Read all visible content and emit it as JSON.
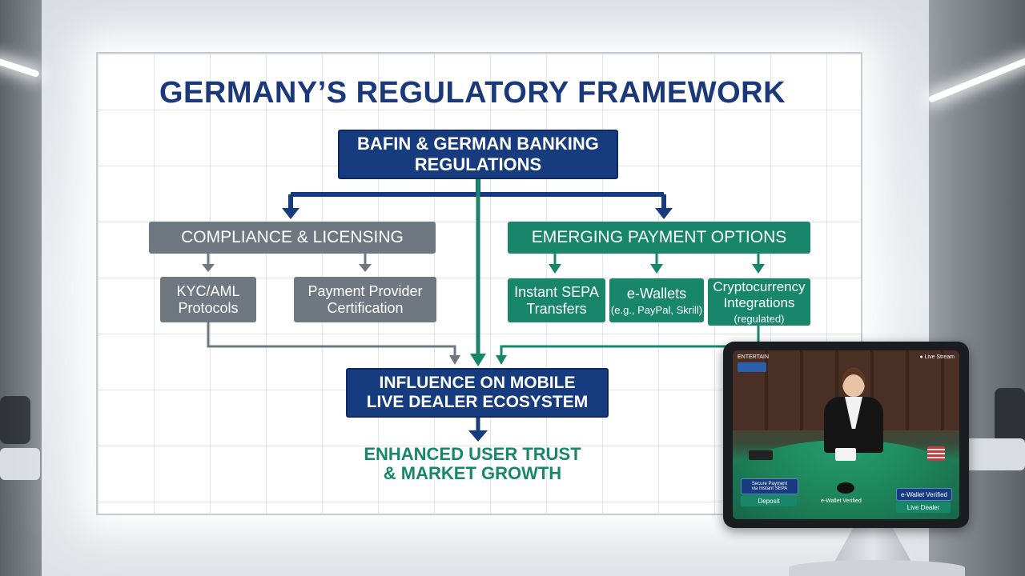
{
  "diagram": {
    "title": "GERMANY’S REGULATORY FRAMEWORK",
    "root": {
      "line1": "BAFIN & GERMAN BANKING",
      "line2": "REGULATIONS"
    },
    "left_branch": {
      "title": "COMPLIANCE & LICENSING",
      "children": [
        {
          "line1": "KYC/AML",
          "line2": "Protocols"
        },
        {
          "line1": "Payment Provider",
          "line2": "Certification"
        }
      ]
    },
    "right_branch": {
      "title": "EMERGING PAYMENT OPTIONS",
      "children": [
        {
          "line1": "Instant SEPA",
          "line2": "Transfers",
          "note": ""
        },
        {
          "line1": "e-Wallets",
          "line2": "",
          "note": "(e.g., PayPal, Skrill)"
        },
        {
          "line1": "Cryptocurrency",
          "line2": "Integrations",
          "note": "(regulated)"
        }
      ]
    },
    "influence": {
      "line1": "INFLUENCE ON MOBILE",
      "line2": "LIVE DEALER ECOSYSTEM"
    },
    "outcome": {
      "line1": "ENHANCED USER TRUST",
      "line2": "& MARKET GROWTH"
    },
    "colors": {
      "navy": "#163b7f",
      "gray": "#6f7881",
      "green": "#17866a",
      "title": "#19397a"
    }
  },
  "tablet": {
    "badge_top_right": "● Live Stream",
    "badge_top_left": "ENTERTAIN",
    "panel_left_line1": "Secure Payment",
    "panel_left_line2": "via Instant SEPA",
    "btn_left": "Deposit",
    "center_label": "e-Wallet Verified",
    "panel_right": "e-Wallet Verified",
    "btn_right": "Live Dealer"
  }
}
